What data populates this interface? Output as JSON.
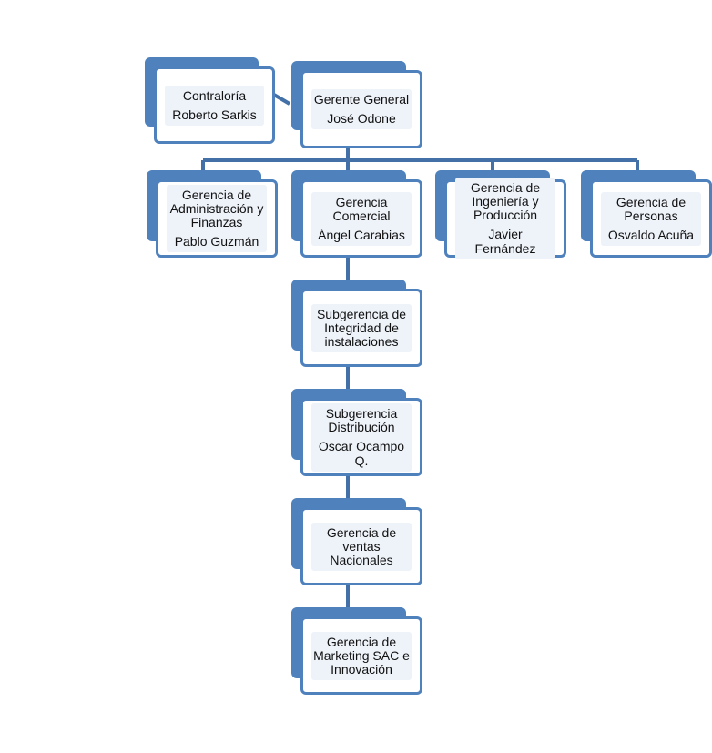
{
  "colors": {
    "accent": "#4f81bd",
    "line": "#4470a8",
    "box_fill": "#ffffff",
    "box_inner": "#eef3fa"
  },
  "nodes": {
    "contraloria": {
      "title": "Contraloría",
      "name": "Roberto Sarkis"
    },
    "gerente_general": {
      "title": "Gerente General",
      "name": "José Odone"
    },
    "adm_finanzas": {
      "title": "Gerencia de Administración y Finanzas",
      "name": "Pablo Guzmán"
    },
    "comercial": {
      "title": "Gerencia Comercial",
      "name": "Ángel Carabias"
    },
    "ingenieria": {
      "title": "Gerencia de Ingeniería y Producción",
      "name": "Javier Fernández"
    },
    "personas": {
      "title": "Gerencia de Personas",
      "name": "Osvaldo Acuña"
    },
    "integridad": {
      "title": "Subgerencia de Integridad de instalaciones",
      "name": ""
    },
    "distribucion": {
      "title": "Subgerencia Distribución",
      "name": "Oscar Ocampo Q."
    },
    "ventas": {
      "title": "Gerencia de ventas Nacionales",
      "name": ""
    },
    "marketing": {
      "title": "Gerencia de Marketing SAC e Innovación",
      "name": ""
    }
  }
}
